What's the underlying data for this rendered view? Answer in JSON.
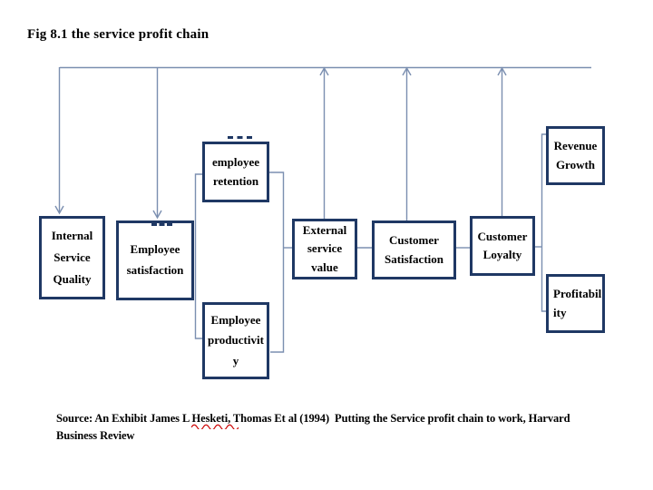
{
  "title": "Fig 8.1 the service profit chain",
  "boxes": [
    {
      "name": "internal-service-quality",
      "label": "Internal\nService\nQuality"
    },
    {
      "name": "employee-satisfaction",
      "label": "Employee\nsatisfaction"
    },
    {
      "name": "employee-retention",
      "label": "employee\nretention"
    },
    {
      "name": "employee-productivity",
      "label": "Employee\nproductivit\ny"
    },
    {
      "name": "external-service-value",
      "label": "External\nservice\nvalue"
    },
    {
      "name": "customer-satisfaction",
      "label": "Customer\nSatisfaction"
    },
    {
      "name": "customer-loyalty",
      "label": "Customer\nLoyalty"
    },
    {
      "name": "revenue-growth",
      "label": "Revenue\nGrowth"
    },
    {
      "name": "profitability",
      "label": "Profitabil\nity"
    }
  ],
  "source": {
    "line1": "Source: An Exhibit James L Hesketi, Thomas Et al (1994)  Putting the Service profit chain to work, Harvard",
    "line2": "Business Review",
    "misspelled_word": "Hesketi"
  },
  "icons": {
    "arrow_down": "▼ open chevron arrowhead pointing down",
    "arrow_up": "▲ open chevron arrowhead pointing up",
    "dash_mark": "small dark dashed anchor segment"
  },
  "colors": {
    "background": "#ffffff",
    "box_border": "#1f3864",
    "connector_line": "#7b8fb0",
    "text": "#000000",
    "spellcheck_underline": "#cc0000"
  }
}
